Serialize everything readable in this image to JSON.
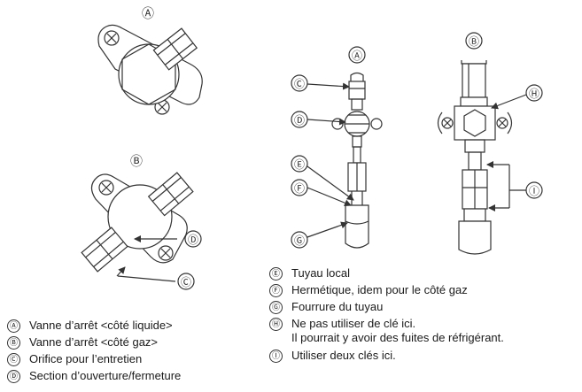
{
  "callouts": {
    "A": "Ⓐ",
    "B": "Ⓑ",
    "C": "Ⓒ",
    "D": "Ⓓ",
    "E": "Ⓔ",
    "F": "Ⓕ",
    "G": "Ⓖ",
    "H": "Ⓗ",
    "I": "Ⓘ"
  },
  "legend_left": [
    {
      "mark": "Ⓐ",
      "text": "Vanne d’arrêt <côté liquide>"
    },
    {
      "mark": "Ⓑ",
      "text": "Vanne d’arrêt <côté gaz>"
    },
    {
      "mark": "Ⓒ",
      "text": "Orifice pour l’entretien"
    },
    {
      "mark": "Ⓓ",
      "text": "Section d’ouverture/fermeture"
    }
  ],
  "legend_right": [
    {
      "mark": "Ⓔ",
      "text": "Tuyau local"
    },
    {
      "mark": "Ⓕ",
      "text": "Hermétique, idem pour le côté gaz"
    },
    {
      "mark": "Ⓖ",
      "text": "Fourrure du tuyau"
    },
    {
      "mark": "Ⓗ",
      "text": "Ne pas utiliser de clé ici.",
      "text2": "Il pourrait y avoir des fuites de réfrigérant."
    },
    {
      "mark": "Ⓘ",
      "text": "Utiliser deux clés ici."
    }
  ],
  "colors": {
    "line": "#333333",
    "shade": "#dddddd"
  }
}
